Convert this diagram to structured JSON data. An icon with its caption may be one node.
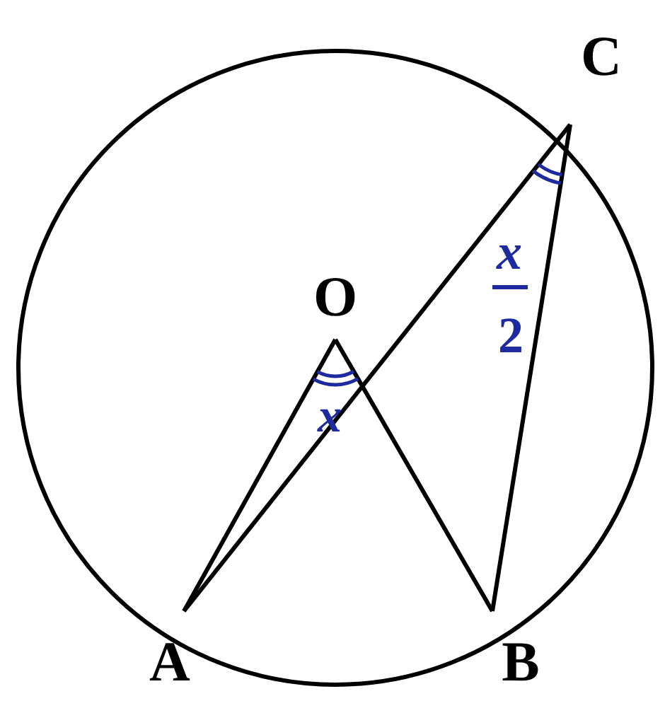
{
  "diagram": {
    "labels": [
      "C",
      "x",
      "O",
      "2",
      "x",
      "A",
      "B"
    ]
  }
}
